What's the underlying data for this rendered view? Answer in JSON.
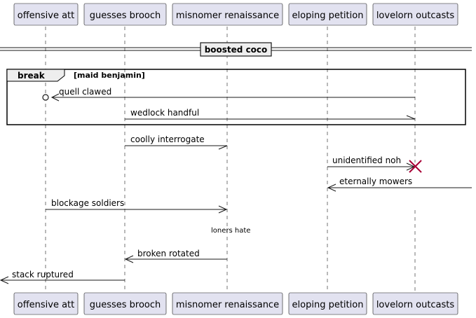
{
  "participants": [
    "offensive att",
    "guesses brooch",
    "misnomer renaissance",
    "eloping petition",
    "lovelorn outcasts"
  ],
  "divider": {
    "label": "boosted coco"
  },
  "group": {
    "keyword": "break",
    "condition": "[maid benjamin]"
  },
  "messages": {
    "m1": "quell clawed",
    "m2": "wedlock handful",
    "m3": "coolly interrogate",
    "m4": "unidentified noh",
    "m5": "eternally mowers",
    "m6": "blockage soldiers",
    "m7": "broken rotated",
    "m8": "stack ruptured"
  },
  "delay": {
    "label": "loners hate"
  },
  "colors": {
    "participant_fill": "#E2E2F0",
    "line": "#181818",
    "destroy": "#A80036"
  }
}
